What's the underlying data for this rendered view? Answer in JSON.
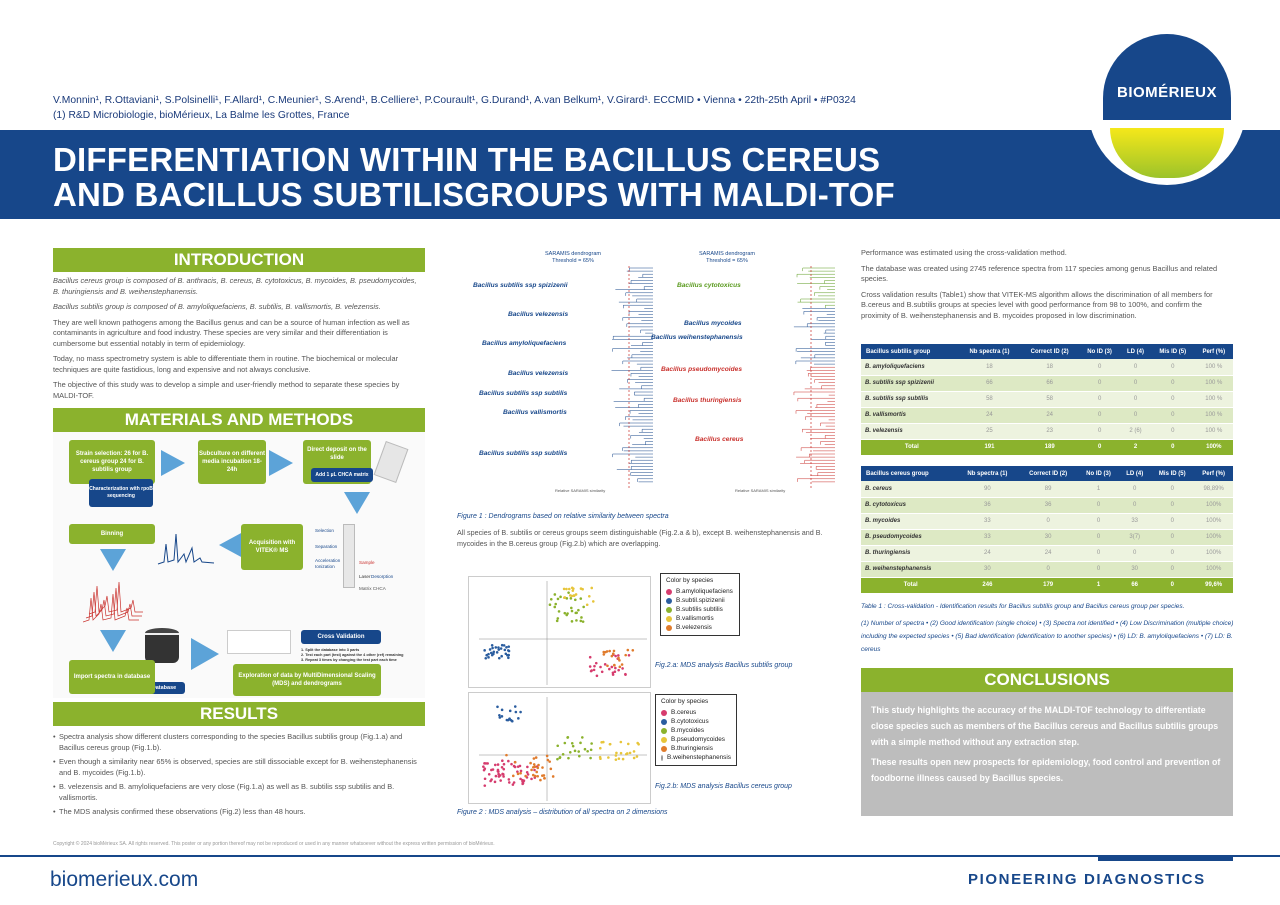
{
  "header": {
    "authors": "V.Monnin¹, R.Ottaviani¹, S.Polsinelli¹, F.Allard¹, C.Meunier¹, S.Arend¹, B.Celliere¹, P.Courault¹, G.Durand¹, A.van Belkum¹, V.Girard¹. ECCMID • Vienna • 22th-25th April • #P0324",
    "affiliation": "(1) R&D Microbiologie, bioMérieux, La Balme les Grottes, France",
    "title_line1": "DIFFERENTIATION WITHIN THE BACILLUS CEREUS",
    "title_line2": "AND BACILLUS SUBTILISGROUPS WITH MALDI-TOF",
    "logo_text": "BIOMÉRIEUX"
  },
  "colors": {
    "brand_blue": "#17478a",
    "accent_green": "#8bb22d",
    "arrow_blue": "#5ca3d8"
  },
  "introduction": {
    "heading": "INTRODUCTION",
    "p1": "Bacillus cereus group is composed of B. anthracis, B. cereus, B. cytotoxicus, B. mycoides, B. pseudomycoides, B. thuringiensis and B. weihenstephanensis.",
    "p2": "Bacillus subtilis group is composed of B. amyloliquefaciens, B. subtilis, B. vallismortis, B. velezensis.",
    "p3": "They are well known pathogens among the Bacillus genus and can be a source of human infection as well as contaminants in agriculture and food industry. These species are very similar and their differentiation is cumbersome but essential notably in term of epidemiology.",
    "p4": "Today, no mass spectrometry system is able to differentiate them in routine. The biochemical or molecular techniques are quite fastidious, long and expensive and not always conclusive.",
    "p5": "The objective of this study was to develop a simple and user-friendly method to separate these species by MALDI-TOF."
  },
  "methods": {
    "heading": "MATERIALS AND METHODS",
    "strain": "Strain selection: 26 for B. cereus group 24 for B. subtilis group",
    "charac": "Characterization with rpoB sequencing",
    "subculture": "Subculture on different media incubation 18-24h",
    "deposit": "Direct deposit on the slide",
    "matrix": "Add 1 µL CHCA matrix",
    "binning": "Binning",
    "acquisition": "Acquisition with VITEK® MS",
    "sel": "Selection",
    "sep": "Separation",
    "acc": "Acceleration Ionization",
    "sample": "Sample",
    "desc": "Desorption",
    "mat": "Matrix CHCA",
    "laser": "Laser",
    "cv": "Cross Validation",
    "cv1": "1. Split the database into 3 parts",
    "cv2": "2. Test each part (test) against the 4 other (ref) remaining",
    "cv3": "3. Repeat 3 times by changing the test part each time",
    "import": "Import spectra in database",
    "database": "Database",
    "explore": "Exploration of data by MultiDimensional Scaling (MDS) and dendrograms"
  },
  "results": {
    "heading": "RESULTS",
    "b1": "Spectra analysis show different clusters corresponding to the species Bacillus subtilis group (Fig.1.a) and Bacillus cereus group (Fig.1.b).",
    "b2": "Even though a similarity near 65% is observed, species are still dissociable except for B. weihenstephanensis and B. mycoides (Fig.1.b).",
    "b3": "B. velezensis and B. amyloliquefaciens are very close (Fig.1.a) as well as B. subtilis ssp subtilis and B. vallismortis.",
    "b4": "The MDS analysis confirmed these observations (Fig.2) less than 48 hours."
  },
  "dendro": {
    "title": "SARAMIS dendrogram",
    "threshold": "Threshold = 65%",
    "axis": "Relative SARAMIS similarity",
    "a_labels": [
      "Bacillus subtilis ssp spizizenii",
      "Bacillus velezensis",
      "Bacillus amyloliquefaciens",
      "Bacillus velezensis",
      "Bacillus subtilis ssp subtilis",
      "Bacillus vallismortis",
      "Bacillus subtilis ssp subtilis"
    ],
    "b_labels": [
      "Bacillus cytotoxicus",
      "Bacillus mycoides",
      "Bacillus weihenstephanensis",
      "Bacillus pseudomycoides",
      "Bacillus thuringiensis",
      "Bacillus cereus"
    ],
    "caption": "Figure 1 : Dendrograms based on relative similarity between spectra",
    "note": "All species of B. subtilis or cereus groups seem distinguishable (Fig.2.a & b), except B. weihenstephanensis and B. mycoides in the B.cereus group (Fig.2.b) which are overlapping."
  },
  "mds": {
    "a_legend_title": "Color by species",
    "a_legend": [
      "B.amyloliquefaciens",
      "B.subtil.spizizenii",
      "B.subtilis subtilis",
      "B.vallismortis",
      "B.velezensis"
    ],
    "a_colors": [
      "#d63c6e",
      "#2a5d9f",
      "#8bb22d",
      "#e7c53a",
      "#e07b2c"
    ],
    "a_caption": "Fig.2.a: MDS analysis Bacillus subtilis group",
    "b_legend_title": "Color by species",
    "b_legend": [
      "B.cereus",
      "B.cytotoxicus",
      "B.mycoides",
      "B.pseudomycoides",
      "B.thuringiensis",
      "B.weihenstephanensis"
    ],
    "b_colors": [
      "#d63c6e",
      "#2a5d9f",
      "#8bb22d",
      "#e7c53a",
      "#e07b2c",
      "#eeeeee"
    ],
    "b_caption": "Fig.2.b: MDS analysis Bacillus cereus group",
    "caption": "Figure 2 : MDS analysis – distribution of all spectra on 2 dimensions"
  },
  "right": {
    "p1": "Performance was estimated using the cross-validation method.",
    "p2": "The database was created using 2745 reference spectra from 117 species among genus Bacillus and related species.",
    "p3": "Cross validation results (Table1) show that VITEK-MS algorithm allows the discrimination of all members for B.cereus and B.subtilis groups at species level with good performance from 98 to 100%, and confirm the proximity of B. weihenstephanensis and B. mycoides proposed in low discrimination."
  },
  "table1": {
    "headers": [
      "Bacillus subtilis group",
      "Nb spectra (1)",
      "Correct ID (2)",
      "No ID (3)",
      "LD (4)",
      "Mis ID (5)",
      "Perf (%)"
    ],
    "rows": [
      [
        "B. amyloliquefaciens",
        "18",
        "18",
        "0",
        "0",
        "0",
        "100 %"
      ],
      [
        "B. subtilis ssp spizizenii",
        "66",
        "66",
        "0",
        "0",
        "0",
        "100 %"
      ],
      [
        "B. subtilis ssp subtilis",
        "58",
        "58",
        "0",
        "0",
        "0",
        "100 %"
      ],
      [
        "B. vallismortis",
        "24",
        "24",
        "0",
        "0",
        "0",
        "100 %"
      ],
      [
        "B. velezensis",
        "25",
        "23",
        "0",
        "2 (6)",
        "0",
        "100 %"
      ]
    ],
    "total": [
      "Total",
      "191",
      "189",
      "0",
      "2",
      "0",
      "100%"
    ]
  },
  "table2": {
    "headers": [
      "Bacillus cereus group",
      "Nb spectra (1)",
      "Correct ID (2)",
      "No ID (3)",
      "LD (4)",
      "Mis ID (5)",
      "Perf (%)"
    ],
    "rows": [
      [
        "B. cereus",
        "90",
        "89",
        "1",
        "0",
        "0",
        "98,89%"
      ],
      [
        "B. cytotoxicus",
        "36",
        "36",
        "0",
        "0",
        "0",
        "100%"
      ],
      [
        "B. mycoides",
        "33",
        "0",
        "0",
        "33",
        "0",
        "100%"
      ],
      [
        "B. pseudomycoides",
        "33",
        "30",
        "0",
        "3(7)",
        "0",
        "100%"
      ],
      [
        "B. thuringiensis",
        "24",
        "24",
        "0",
        "0",
        "0",
        "100%"
      ],
      [
        "B. weihenstephanensis",
        "30",
        "0",
        "0",
        "30",
        "0",
        "100%"
      ]
    ],
    "total": [
      "Total",
      "246",
      "179",
      "1",
      "66",
      "0",
      "99,6%"
    ]
  },
  "table_caption": "Table 1 : Cross-validation - Identification results for Bacillus subtilis group and Bacillus cereus group per species.",
  "table_notes": "(1) Number of spectra • (2) Good identification (single choice) • (3) Spectra not identified • (4) Low Discrimination (multiple choice) including the expected species • (5) Bad identification (identification to another species) • (6) LD: B. amyloliquefaciens • (7) LD: B. cereus",
  "conclusions": {
    "heading": "CONCLUSIONS",
    "p1": "This study highlights the accuracy of the MALDI-TOF technology to differentiate close species such as members of the Bacillus cereus and Bacillus subtilis groups with a simple method without any extraction step.",
    "p2": "These results open new prospects for epidemiology, food control and prevention of foodborne illness caused by Bacillus species."
  },
  "footer": {
    "copyright": "Copyright © 2024 bioMérieux SA. All rights reserved. This poster or any portion thereof may not be reproduced or used in any manner whatsoever without the express written permission of bioMérieux.",
    "url": "biomerieux.com",
    "tagline": "PIONEERING DIAGNOSTICS"
  }
}
